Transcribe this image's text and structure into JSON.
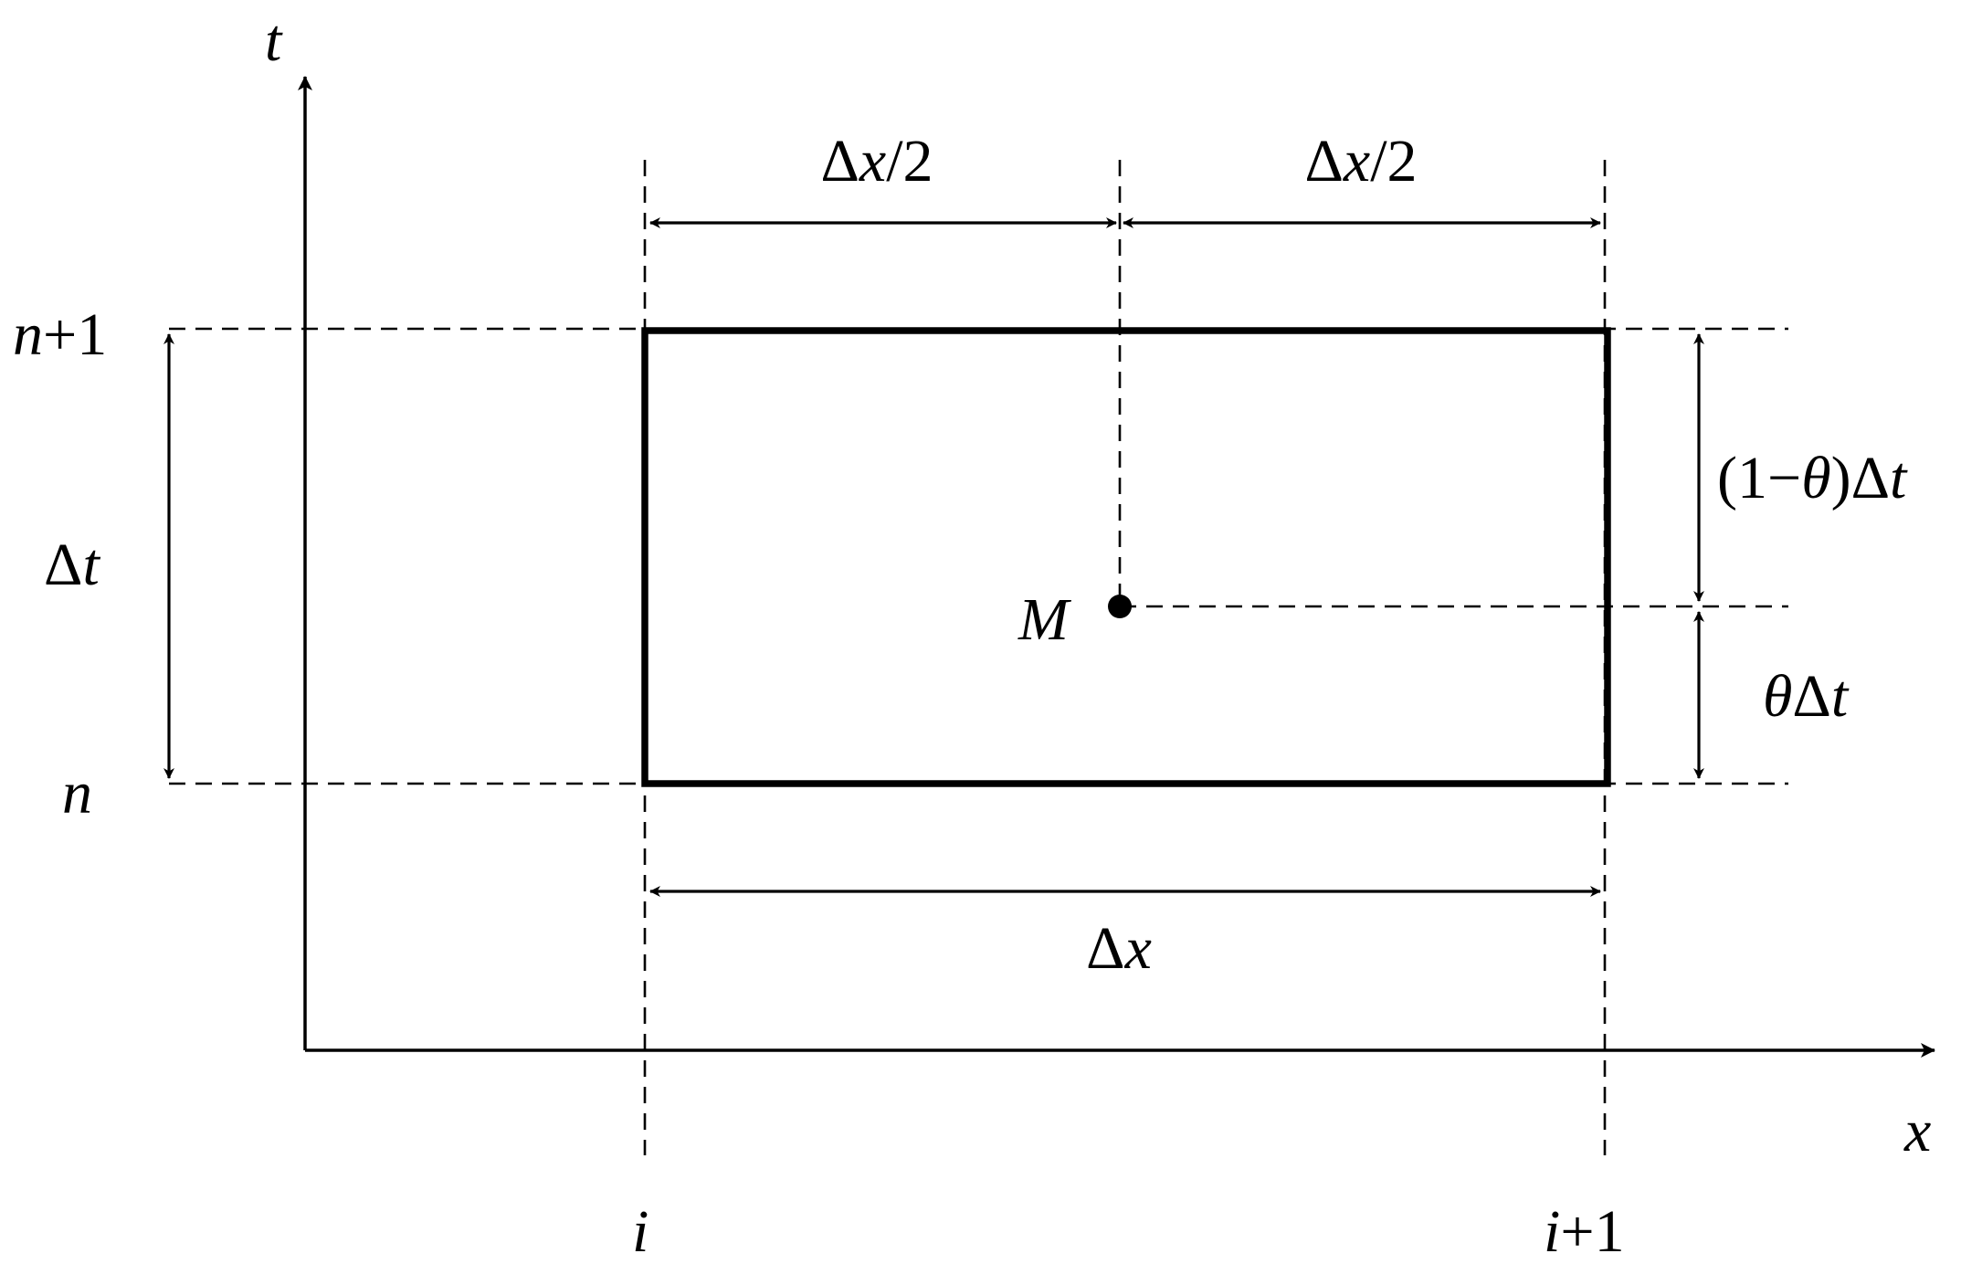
{
  "axes": {
    "t_label": "t",
    "x_label": "x"
  },
  "time_levels": {
    "upper": {
      "var": "n",
      "suffix": "+1"
    },
    "lower": {
      "var": "n"
    }
  },
  "space_levels": {
    "left": {
      "var": "i"
    },
    "right": {
      "var": "i",
      "suffix": "+1"
    }
  },
  "dimensions": {
    "half_dx_left": {
      "delta": "Δ",
      "var": "x",
      "suffix": "/2"
    },
    "half_dx_right": {
      "delta": "Δ",
      "var": "x",
      "suffix": "/2"
    },
    "dx": {
      "delta": "Δ",
      "var": "x"
    },
    "dt": {
      "delta": "Δ",
      "var": "t"
    },
    "upper_part": {
      "prefix": "(1−",
      "theta": "θ",
      "mid": ")Δ",
      "var": "t"
    },
    "lower_part": {
      "theta": "θ",
      "delta": "Δ",
      "var": "t"
    }
  },
  "point": {
    "label": "M"
  },
  "colors": {
    "ink": "#000000",
    "background": "#ffffff"
  }
}
